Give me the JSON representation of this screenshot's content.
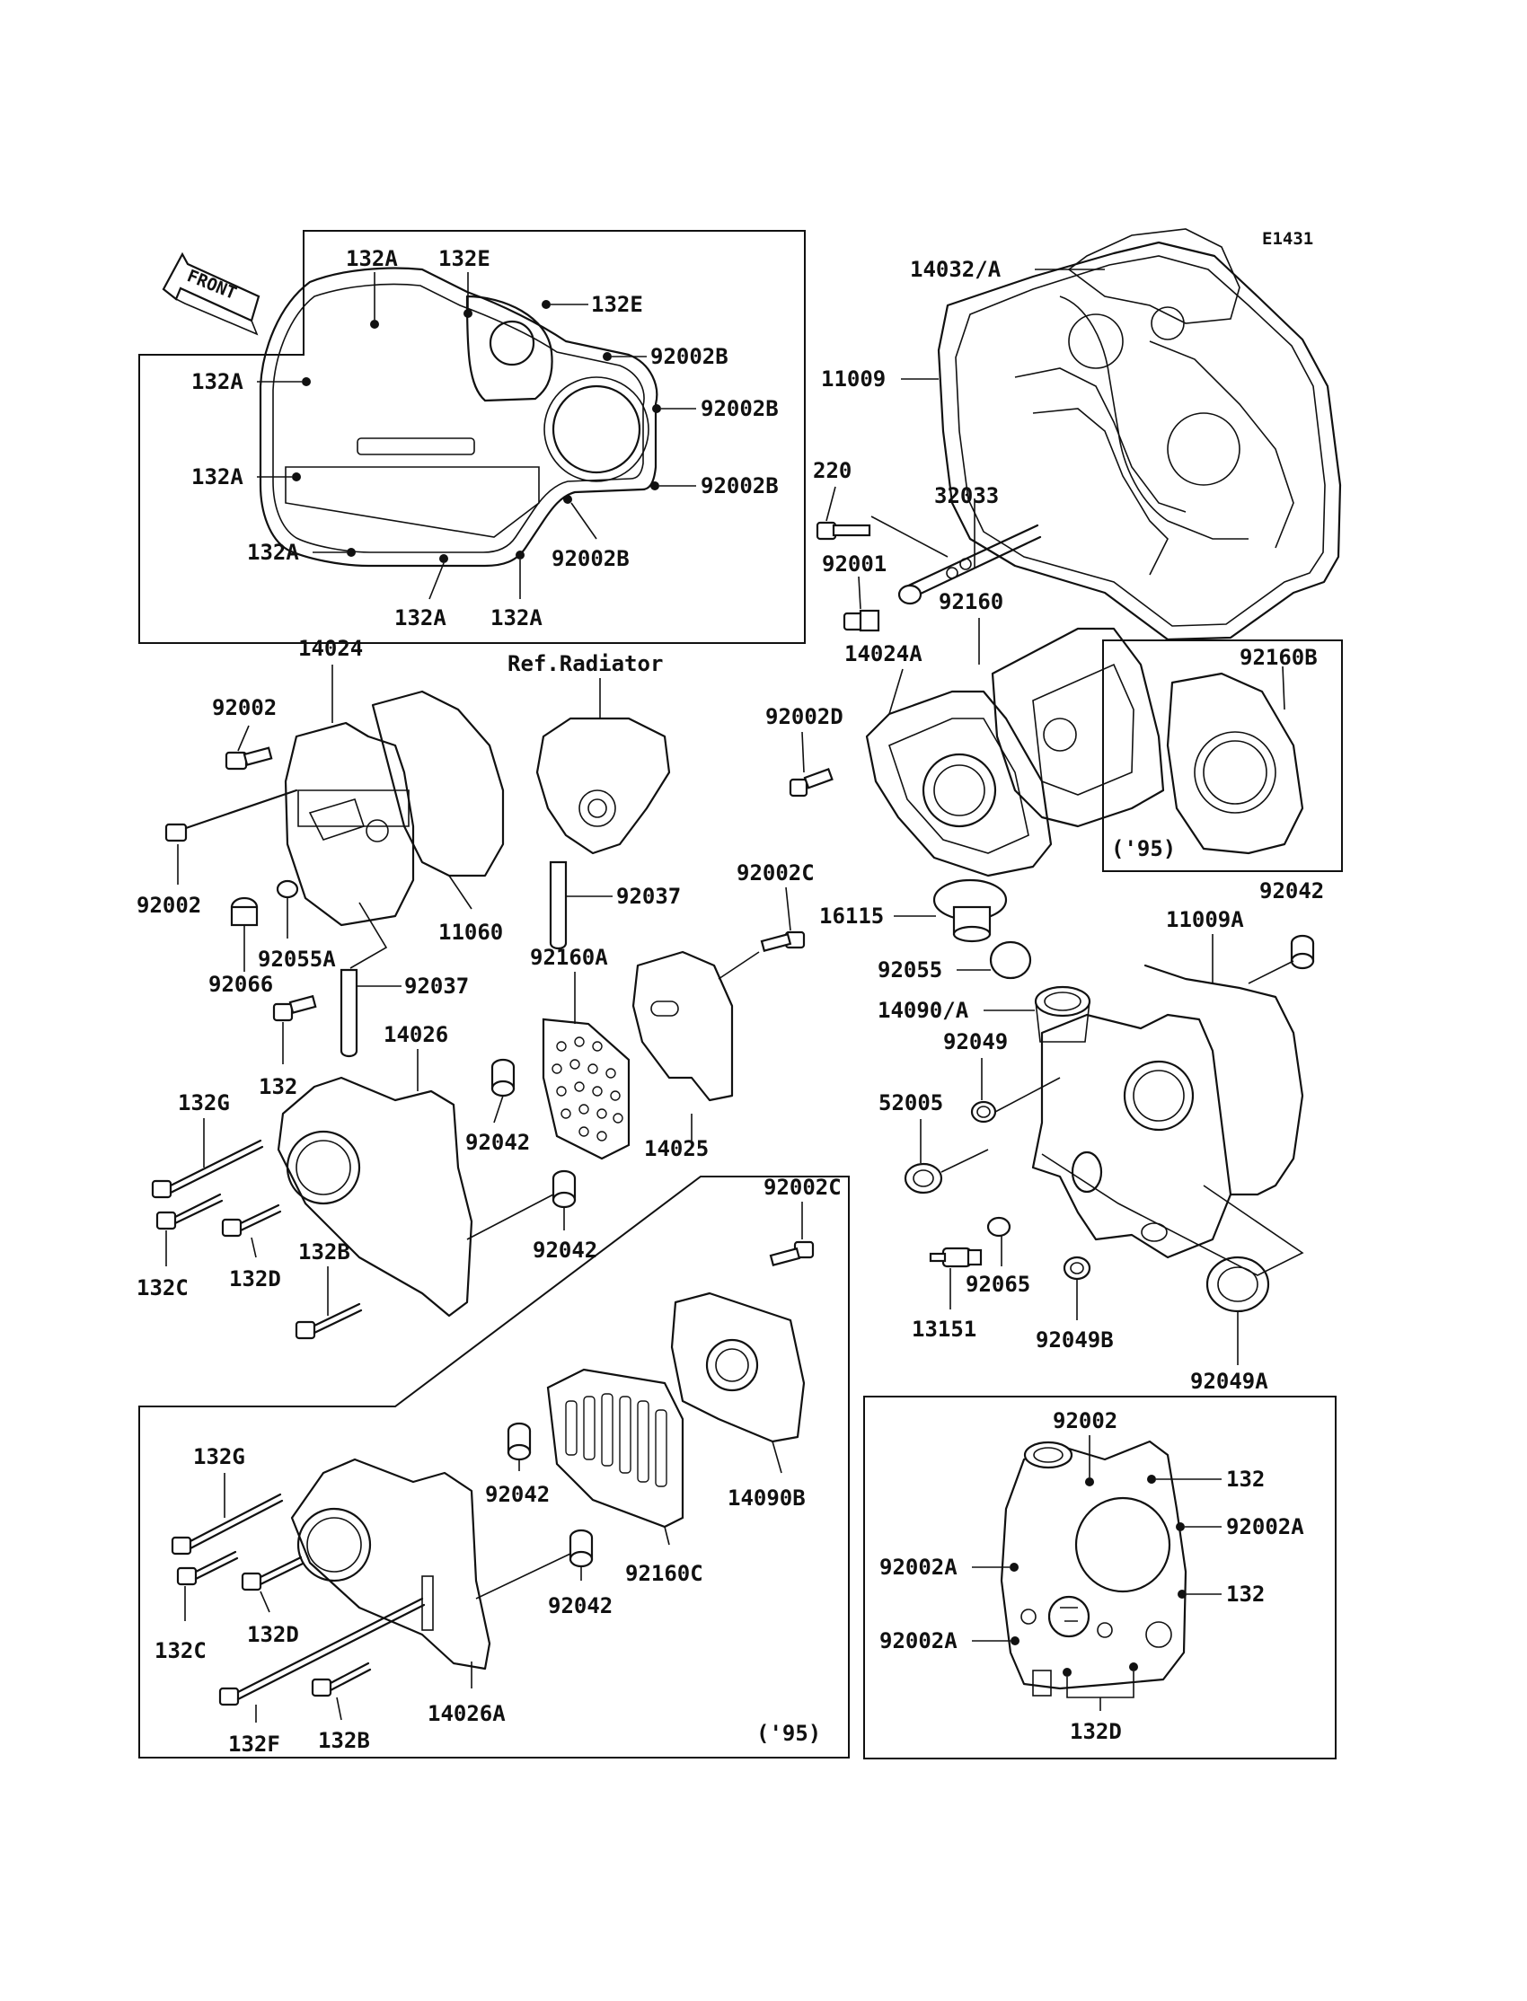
{
  "diagram_code": "E1431",
  "front_arrow_text": "FRONT",
  "ref_radiator": "Ref.Radiator",
  "year_note_1": "('95)",
  "year_note_2": "('95)",
  "top_left_box": {
    "labels": [
      "132A",
      "132E",
      "132E",
      "92002B",
      "132A",
      "92002B",
      "132A",
      "92002B",
      "132A",
      "92002B",
      "132A",
      "132A"
    ]
  },
  "parts": {
    "p14032A": "14032/A",
    "p11009": "11009",
    "p220": "220",
    "p32033": "32033",
    "p92001": "92001",
    "p92160": "92160",
    "p14024A": "14024A",
    "p92002D": "92002D",
    "p92160B": "92160B",
    "p14024": "14024",
    "p92002a": "92002",
    "p92002b": "92002",
    "p92066": "92066",
    "p92055A": "92055A",
    "p11060": "11060",
    "p92037a": "92037",
    "p92037b": "92037",
    "p92160A": "92160A",
    "p92002C_1": "92002C",
    "p14025": "14025",
    "p132": "132",
    "p14026": "14026",
    "p132G": "132G",
    "p92042a": "92042",
    "p92042b": "92042",
    "p132C": "132C",
    "p132D": "132D",
    "p132B": "132B",
    "p16115": "16115",
    "p11009A": "11009A",
    "p92042c": "92042",
    "p92055": "92055",
    "p14090A": "14090/A",
    "p92049": "92049",
    "p52005": "52005",
    "p13151": "13151",
    "p92065": "92065",
    "p92049B": "92049B",
    "p92049A": "92049A",
    "p92002C_2": "92002C"
  },
  "bottom_left_box": {
    "p132G": "132G",
    "p92042a": "92042",
    "p14090B": "14090B",
    "p132C": "132C",
    "p132D": "132D",
    "p92160C": "92160C",
    "p92042b": "92042",
    "p132F": "132F",
    "p132B": "132B",
    "p14026A": "14026A"
  },
  "bottom_right_box": {
    "p92002": "92002",
    "p132a": "132",
    "p92002A_1": "92002A",
    "p92002A_2": "92002A",
    "p132b": "132",
    "p92002A_3": "92002A",
    "p132D": "132D"
  }
}
